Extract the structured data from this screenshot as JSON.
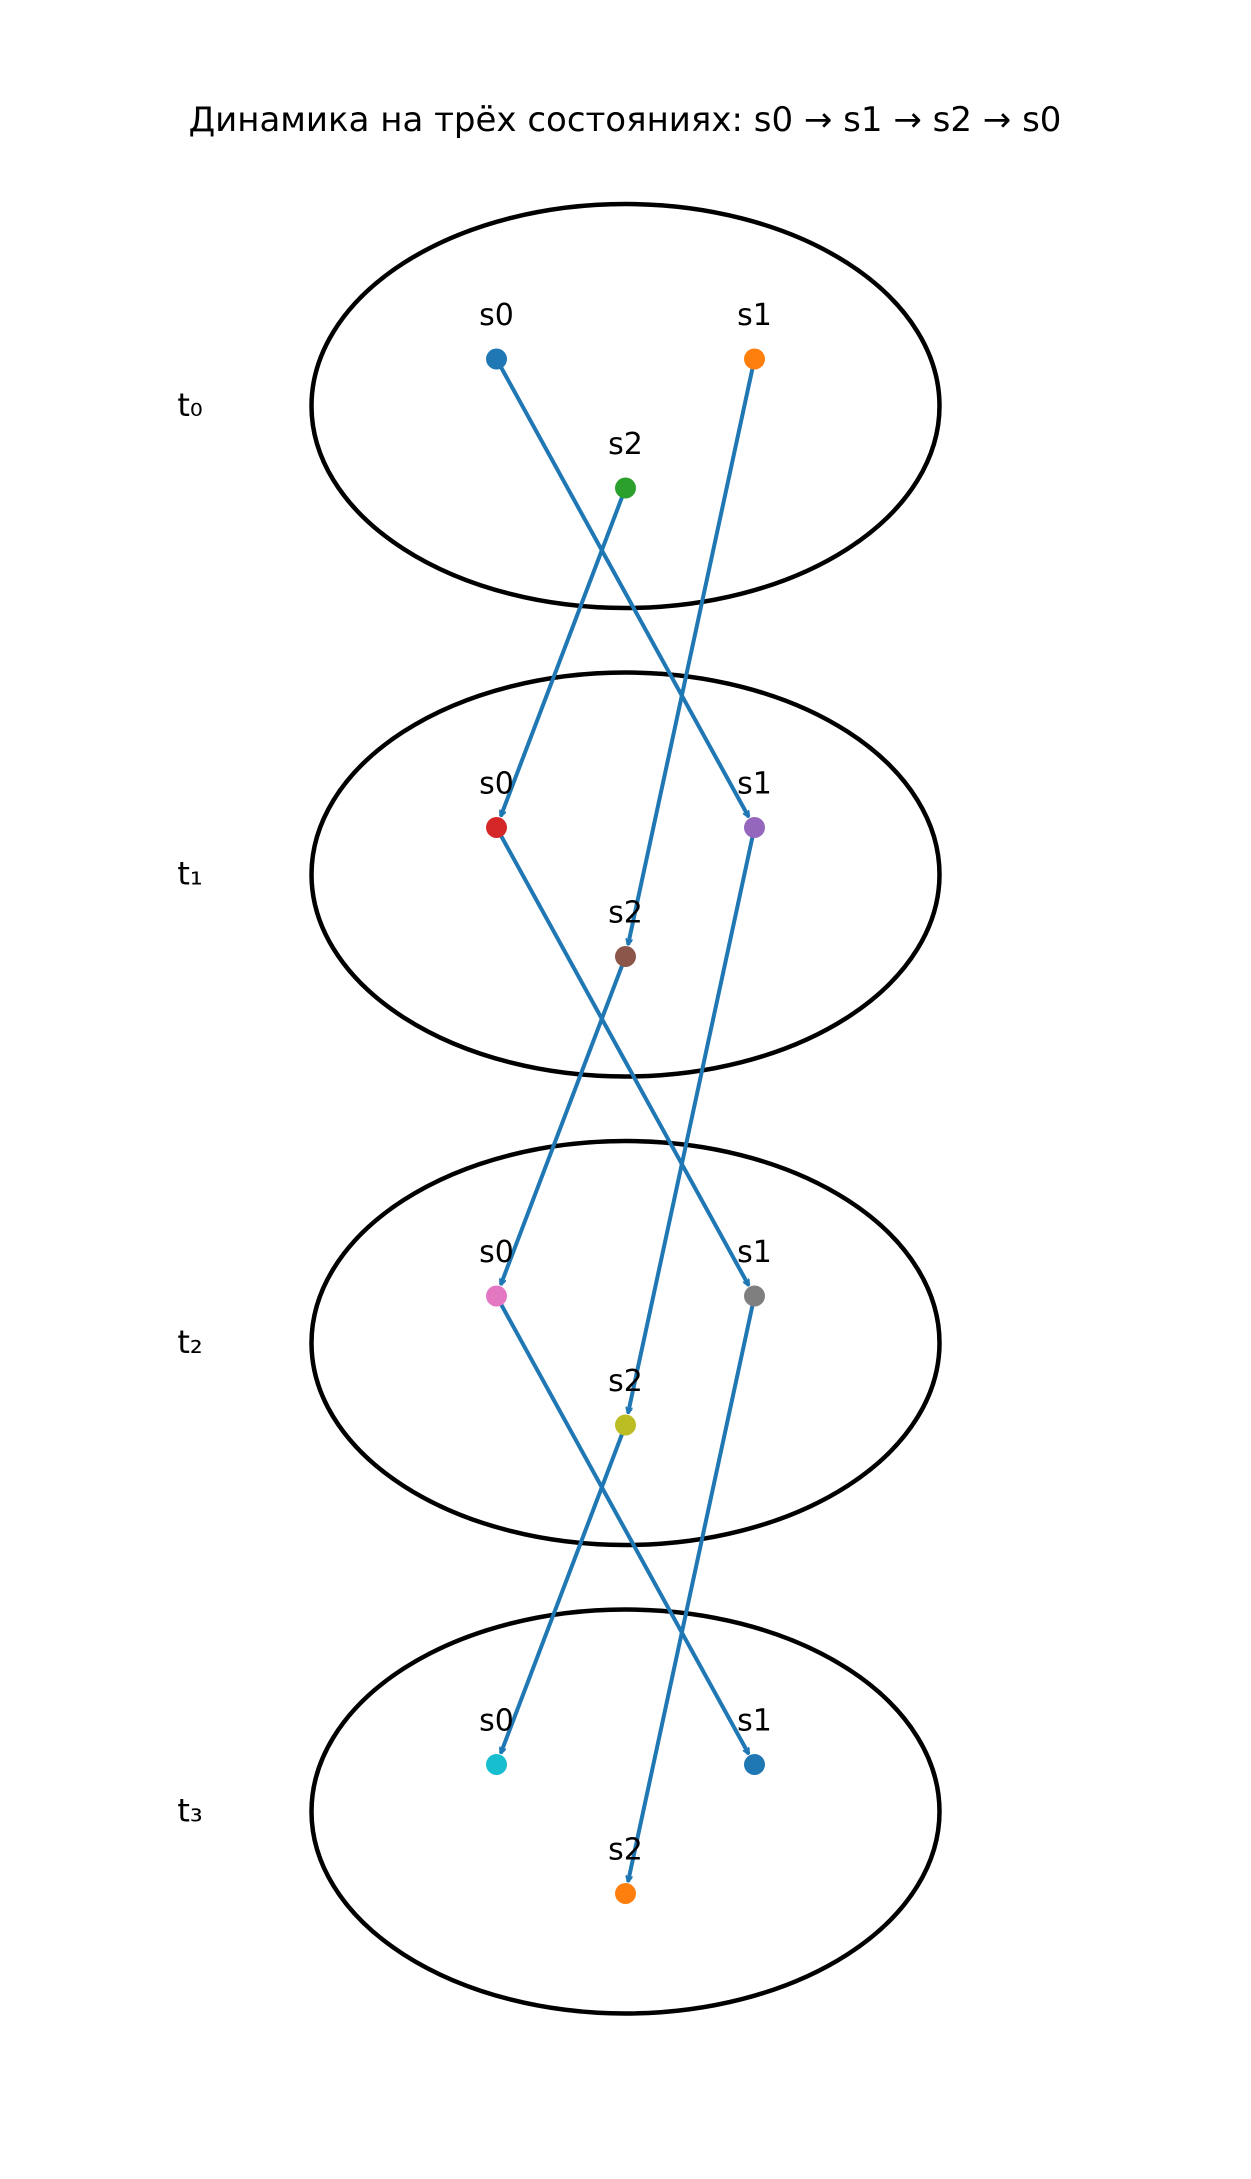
{
  "title": "Динамика на трёх состояниях:  s0 → s1 → s2 → s0",
  "arrow_color": "#1f77b4",
  "layers": [
    {
      "label": "t₀",
      "states": [
        {
          "name": "s0",
          "color": "#1f77b4"
        },
        {
          "name": "s1",
          "color": "#ff7f0e"
        },
        {
          "name": "s2",
          "color": "#2ca02c"
        }
      ]
    },
    {
      "label": "t₁",
      "states": [
        {
          "name": "s0",
          "color": "#d62728"
        },
        {
          "name": "s1",
          "color": "#9467bd"
        },
        {
          "name": "s2",
          "color": "#8c564b"
        }
      ]
    },
    {
      "label": "t₂",
      "states": [
        {
          "name": "s0",
          "color": "#e377c2"
        },
        {
          "name": "s1",
          "color": "#7f7f7f"
        },
        {
          "name": "s2",
          "color": "#bcbd22"
        }
      ]
    },
    {
      "label": "t₃",
      "states": [
        {
          "name": "s0",
          "color": "#17becf"
        },
        {
          "name": "s1",
          "color": "#1f77b4"
        },
        {
          "name": "s2",
          "color": "#ff7f0e"
        }
      ]
    }
  ],
  "transitions": [
    {
      "from": "s0",
      "to": "s1"
    },
    {
      "from": "s1",
      "to": "s2"
    },
    {
      "from": "s2",
      "to": "s0"
    }
  ]
}
